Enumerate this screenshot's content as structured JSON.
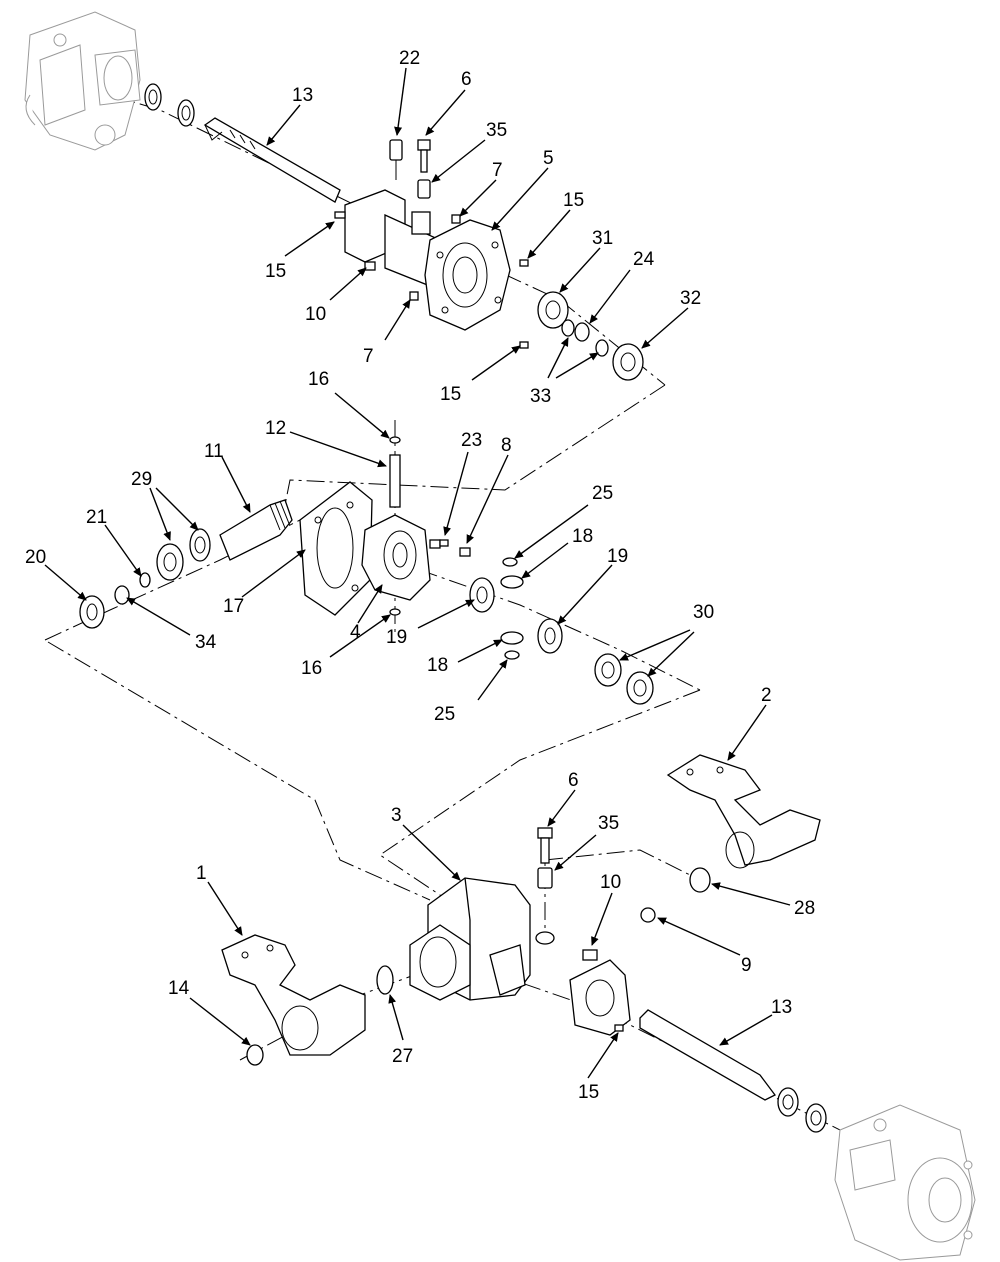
{
  "callouts": [
    {
      "id": "c22",
      "text": "22"
    },
    {
      "id": "c6a",
      "text": "6"
    },
    {
      "id": "c13a",
      "text": "13"
    },
    {
      "id": "c35a",
      "text": "35"
    },
    {
      "id": "c5",
      "text": "5"
    },
    {
      "id": "c7a",
      "text": "7"
    },
    {
      "id": "c15a",
      "text": "15"
    },
    {
      "id": "c31",
      "text": "31"
    },
    {
      "id": "c24",
      "text": "24"
    },
    {
      "id": "c32",
      "text": "32"
    },
    {
      "id": "c15b",
      "text": "15"
    },
    {
      "id": "c10a",
      "text": "10"
    },
    {
      "id": "c7b",
      "text": "7"
    },
    {
      "id": "c15c",
      "text": "15"
    },
    {
      "id": "c33",
      "text": "33"
    },
    {
      "id": "c16a",
      "text": "16"
    },
    {
      "id": "c12",
      "text": "12"
    },
    {
      "id": "c23",
      "text": "23"
    },
    {
      "id": "c8",
      "text": "8"
    },
    {
      "id": "c11",
      "text": "11"
    },
    {
      "id": "c29",
      "text": "29"
    },
    {
      "id": "c25a",
      "text": "25"
    },
    {
      "id": "c21",
      "text": "21"
    },
    {
      "id": "c18a",
      "text": "18"
    },
    {
      "id": "c20",
      "text": "20"
    },
    {
      "id": "c19a",
      "text": "19"
    },
    {
      "id": "c34",
      "text": "34"
    },
    {
      "id": "c17",
      "text": "17"
    },
    {
      "id": "c4",
      "text": "4"
    },
    {
      "id": "c19b",
      "text": "19"
    },
    {
      "id": "c30",
      "text": "30"
    },
    {
      "id": "c16b",
      "text": "16"
    },
    {
      "id": "c18b",
      "text": "18"
    },
    {
      "id": "c25b",
      "text": "25"
    },
    {
      "id": "c2",
      "text": "2"
    },
    {
      "id": "c6b",
      "text": "6"
    },
    {
      "id": "c3",
      "text": "3"
    },
    {
      "id": "c35b",
      "text": "35"
    },
    {
      "id": "c1",
      "text": "1"
    },
    {
      "id": "c10b",
      "text": "10"
    },
    {
      "id": "c28",
      "text": "28"
    },
    {
      "id": "c9",
      "text": "9"
    },
    {
      "id": "c14",
      "text": "14"
    },
    {
      "id": "c13b",
      "text": "13"
    },
    {
      "id": "c27",
      "text": "27"
    },
    {
      "id": "c15d",
      "text": "15"
    }
  ]
}
